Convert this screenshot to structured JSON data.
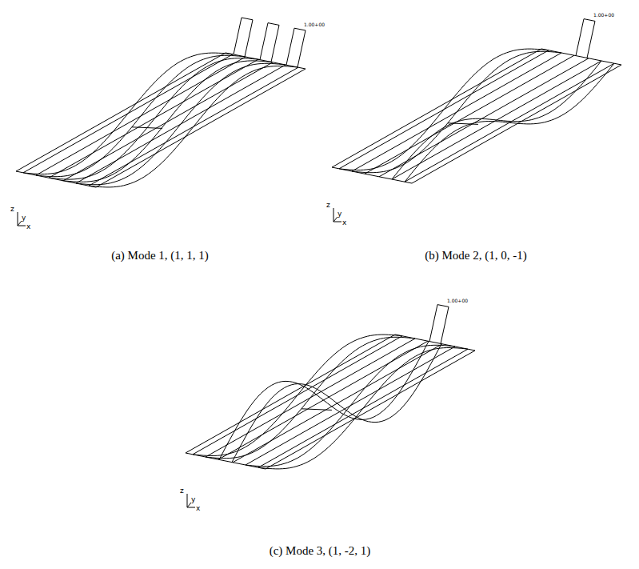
{
  "diagram": {
    "labels": [
      "1.00+00",
      "z",
      "y",
      "x",
      "(a) Mode 1, (1, 1, 1)",
      "1.00+00",
      "z",
      "y",
      "x",
      "(b) Mode 2, (1, 0, -1)",
      "1.00+00",
      "z",
      "y",
      "x",
      "(c) Mode 3, (1, -2, 1)"
    ]
  }
}
